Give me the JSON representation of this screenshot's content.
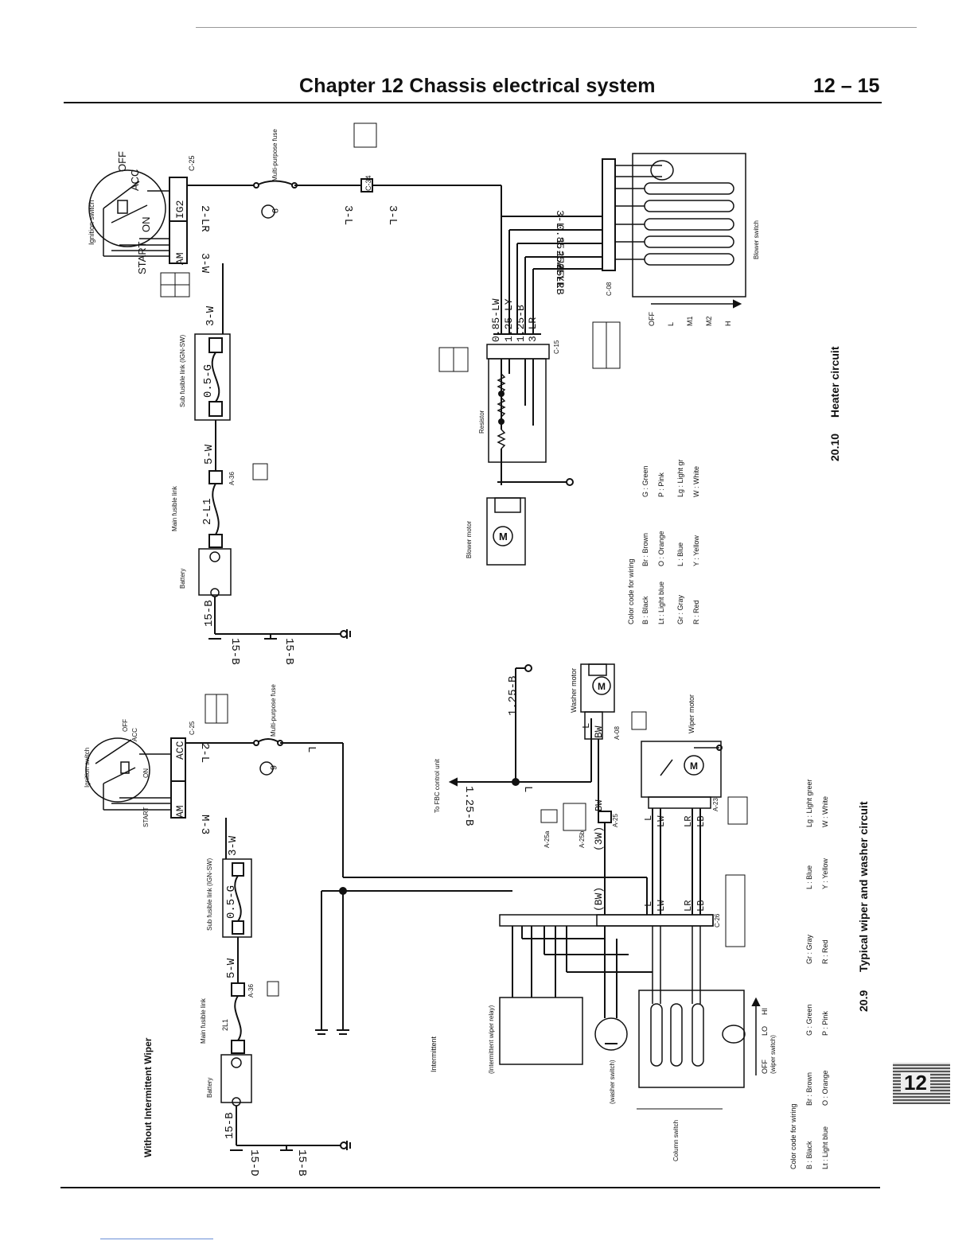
{
  "header": {
    "title": "Chapter 12   Chassis electrical system",
    "page_number": "12 – 15"
  },
  "thumb_tab": "12",
  "heater_diagram": {
    "caption_num": "20.10",
    "caption": "Heater circuit",
    "ignition_switch": "Ignition switch",
    "switch_positions": {
      "off": "OFF",
      "acc": "ACC",
      "on": "ON",
      "start": "START"
    },
    "connector_c25": "C-25",
    "terminal_ig2": "IG2",
    "terminal_am": "AM",
    "wire_2lr": "2-LR",
    "wire_3w_upper": "3-W",
    "wire_3w": "3-W",
    "multi_purpose_fuse": "Multi-purpose fuse",
    "fuse_number": "9",
    "wire_3l_a": "3-L",
    "connector_c34": "C-34",
    "wire_3l_b": "3-L",
    "sub_fusible_link": "Sub fusible link (IGN-SW)",
    "sub_link_wire": "0.5-G",
    "wire_5w": "5-W",
    "connector_a36": "A-36",
    "main_fusible_link": "Main fusible link",
    "main_link_wire": "2-L1",
    "battery": "Battery",
    "wire_15b": "15-B",
    "ground_wire_1": "15-B",
    "ground_wire_2": "15-B",
    "blower_wires": [
      "3-L",
      "0.85-LW",
      "1.25-LY",
      "1.25-LB",
      "3-LR"
    ],
    "resistor_wires": [
      "0.85-LW",
      "1.25-LY",
      "1.25-B",
      "3-LR"
    ],
    "connector_c08": "C-08",
    "connector_c15": "C-15",
    "resistor": "Resistor",
    "blower_motor": "Blower motor",
    "blower_switch": "Blower switch",
    "positions": [
      "OFF",
      "L",
      "M1",
      "M2",
      "H"
    ]
  },
  "heater_color_code": {
    "title": "Color code for wiring",
    "entries": [
      "B  : Black",
      "Lt  : Light blue",
      "Gr  : Gray",
      "R  : Red",
      "Br  : Brown",
      "O  : Orange",
      "L  : Blue",
      "Y  : Yellow",
      "G  : Green",
      "P  : Pink",
      "Lg  : Light gr",
      "W  : White"
    ]
  },
  "wiper_diagram": {
    "caption_num": "20.9",
    "caption": "Typical wiper and washer circuit",
    "without_intermittent": "Without Intermittent Wiper",
    "intermittent": "Intermittent",
    "ignition_switch": "Ignition switch",
    "switch_positions": {
      "off": "OFF",
      "acc": "ACC",
      "on": "ON",
      "start": "START"
    },
    "connector_c25": "C-25",
    "terminal_acc": "ACC",
    "terminal_am": "AM",
    "wire_2l": "2-L",
    "wire_l": "L",
    "wire_3w": "3-W",
    "multi_purpose_fuse": "Multi-purpose fuse",
    "fuse_number": "6",
    "sub_fusible_link": "Sub fusible link (IGN-SW)",
    "sub_link_wire": "0.5-G",
    "wire_5w": "5-W",
    "connector_a36": "A-36",
    "main_fusible_link": "Main fusible link",
    "main_link_wire": "2L1",
    "battery": "Battery",
    "wire_15b": "15-B",
    "ground_wire_1": "15-D",
    "ground_wire_2": "15-B",
    "washer_motor": "Washer motor",
    "wire_125b": "1.25-B",
    "wire_125b_fbc": "1.25-B",
    "wire_l_fbc": "L",
    "to_fbc": "To FBC control unit",
    "connector_a08": "A-08",
    "wire_bw": "BW",
    "wire_l_washer": "L",
    "wiper_motor": "Wiper motor",
    "connector_a23": "A-23",
    "connector_a25": "A-25",
    "connector_a25a": "A-25a",
    "connector_a25b": "A-25b",
    "wire_3w_paren": "(3W)",
    "wire_bw_paren": "(BW)",
    "motor_wires": [
      "L",
      "LW",
      "LR",
      "LB"
    ],
    "harness_wires": [
      "L",
      "LW",
      "LR",
      "LB"
    ],
    "connector_c26": "C-26",
    "intermittent_relay": "(Intermittent wiper relay)",
    "washer_switch": "(washer switch)",
    "column_switch": "Column switch",
    "wiper_switch": "(wiper switch)",
    "wiper_positions": [
      "OFF",
      "LO",
      "HI"
    ]
  },
  "wiper_color_code": {
    "title": "Color code for wiring",
    "entries": [
      "B  : Black",
      "Lt  : Light blue",
      "Br  : Brown",
      "O  : Orange",
      "G  : Green",
      "P  : Pink",
      "Gr  : Gray",
      "R  : Red",
      "L  : Blue",
      "Y  : Yellow",
      "Lg  : Light greer",
      "W  : White"
    ]
  }
}
